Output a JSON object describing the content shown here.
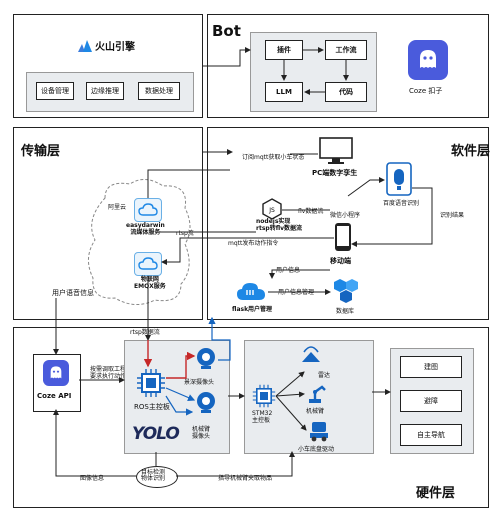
{
  "volc": {
    "brand": "火山引擎",
    "modules": [
      "设备管理",
      "边缘推理",
      "数据处理"
    ]
  },
  "bot": {
    "title": "Bot",
    "blocks": {
      "plugin": "插件",
      "workflow": "工作流",
      "llm": "LLM",
      "code": "代码"
    },
    "coze_label": "Coze 扣子"
  },
  "transport": {
    "title": "传输层",
    "aliyun": "阿里云",
    "easydarwin": "easydarwin\n流媒体服务",
    "rtsp_stream": "rtsp流",
    "emqx": "物联网\nEMQX服务",
    "voice_info": "用户语音信息"
  },
  "software": {
    "title": "软件层",
    "subscribe_mqtt": "订阅mqtt获取小车状态",
    "pc_label": "PC端数字孪生",
    "flv_stream": "flv数据流",
    "node_server": "nodejs实现\nrtsp转flv数据流",
    "wechat_mini": "微信小程序",
    "baidu_voice": "百度语音识别",
    "recognize_result": "识别结果",
    "mqtt_publish": "mqtt发布动作指令",
    "mobile": "移动端",
    "user_info_1": "用户信息",
    "user_info_2": "用户信息管理",
    "flask_label": "flask用户管理",
    "database_label": "数据库"
  },
  "hardware": {
    "title": "硬件层",
    "rtsp_flow": "rtsp数据流",
    "coze_api": "Coze API",
    "voice_cmd": "按需调取工程\n要求执行动作",
    "ros_board": "ROS主控板",
    "depth_cam": "景深摄像头",
    "arm_cam": "机械臂\n摄像头",
    "yolo": "YOLO",
    "stm32": "STM32\n主控板",
    "radar": "雷达",
    "arm": "机械臂",
    "chassis": "小车底盘驱动",
    "tasks": [
      "建图",
      "避障",
      "自主导航"
    ],
    "target_detect": "目标检测\n物体识别",
    "image_info": "图像信息",
    "grab_cmd": "指导机械臂夹取物品"
  },
  "colors": {
    "blue": "#1565c0",
    "red": "#c62828",
    "coze": "#4a5bdc",
    "panel_grey": "#e6e9ec"
  }
}
